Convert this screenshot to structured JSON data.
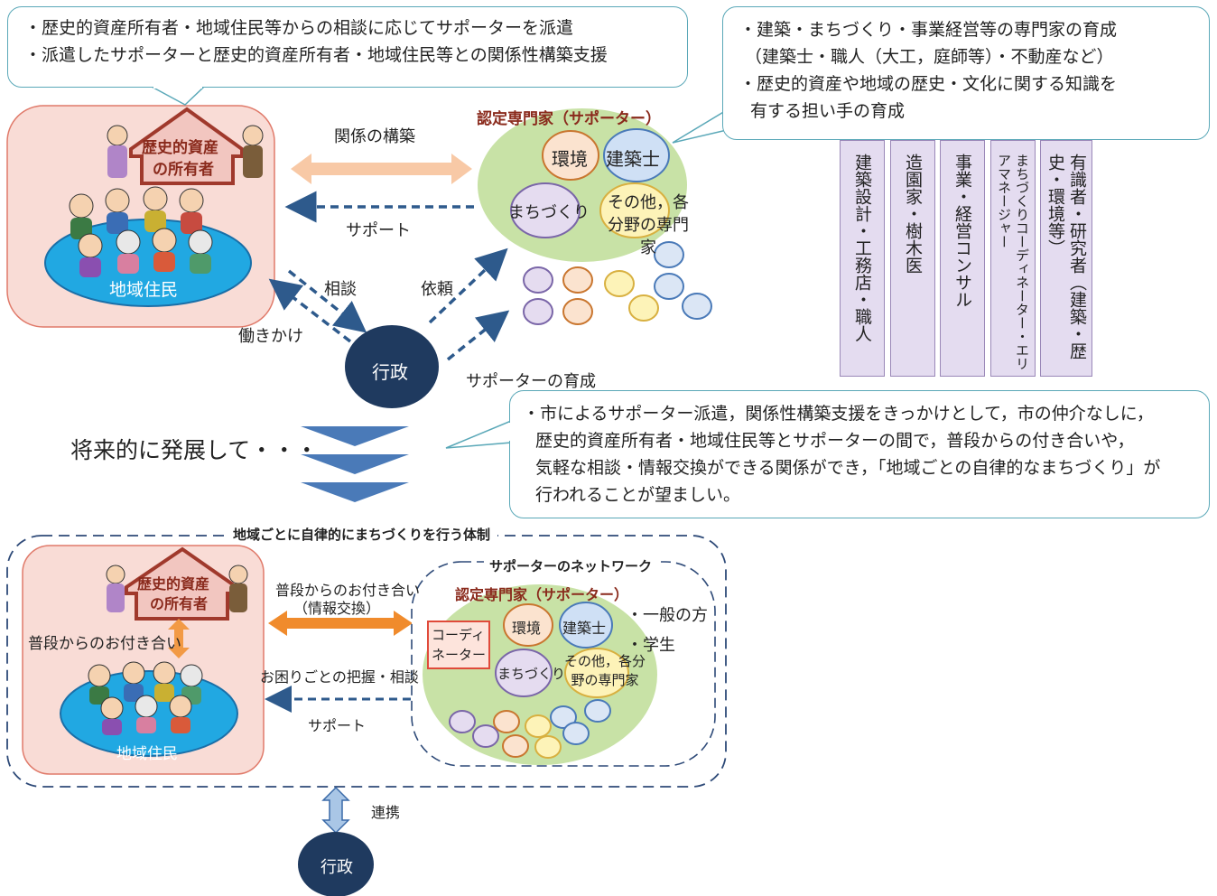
{
  "top": {
    "callout_left": [
      "・歴史的資産所有者・地域住民等からの相談に応じてサポーターを派遣",
      "・派遣したサポーターと歴史的資産所有者・地域住民等との関係性構築支援"
    ],
    "callout_right": [
      "・建築・まちづくり・事業経営等の専門家の育成",
      "（建築士・職人（大工，庭師等）・不動産など）",
      "・歴史的資産や地域の歴史・文化に関する知識を",
      "有する担い手の育成"
    ],
    "owner_label_1": "歴史的資産",
    "owner_label_2": "の所有者",
    "residents_label": "地域住民",
    "relation_label": "関係の構築",
    "support_label": "サポート",
    "consult_label": "相談",
    "request_label": "依頼",
    "approach_label": "働きかけ",
    "gov_label": "行政",
    "training_label": "サポーターの育成",
    "expert_title": "認定専門家（サポーター）",
    "circle_env": "環境",
    "circle_arch": "建築士",
    "circle_town": "まちづくり",
    "circle_other": "その他，各分野の専門家",
    "categories": [
      "建築設計・工務店・職人",
      "造園家・樹木医",
      "事業・経営コンサル",
      "まちづくりコーディネーター・エリアマネージャー",
      "有識者・研究者（建築・歴史・環境等）"
    ]
  },
  "middle": {
    "future_label": "将来的に発展して・・・",
    "callout": [
      "・市によるサポーター派遣，関係性構築支援をきっかけとして，市の仲介なしに，",
      "歴史的資産所有者・地域住民等とサポーターの間で，普段からの付き合いや，",
      "気軽な相談・情報交換ができる関係ができ，「地域ごとの自律的なまちづくり」が",
      "行われることが望ましい。"
    ]
  },
  "bottom": {
    "system_title": "地域ごとに自律的にまちづくりを行う体制",
    "network_title": "サポーターのネットワーク",
    "expert_title": "認定専門家（サポーター）",
    "owner_label_1": "歴史的資産",
    "owner_label_2": "の所有者",
    "daily_contact_inner": "普段からのお付き合い",
    "residents_label": "地域住民",
    "daily_contact_1": "普段からのお付き合い",
    "daily_contact_2": "（情報交換）",
    "trouble_label": "お困りごとの把握・相談",
    "support_label": "サポート",
    "coordinator": "コーディネーター",
    "circle_env": "環境",
    "circle_arch": "建築士",
    "circle_town": "まちづくり",
    "circle_other": "その他，各分野の専門家",
    "general_public": "・一般の方",
    "students": "・学生",
    "collab_label": "連携",
    "gov_label": "行政"
  }
}
